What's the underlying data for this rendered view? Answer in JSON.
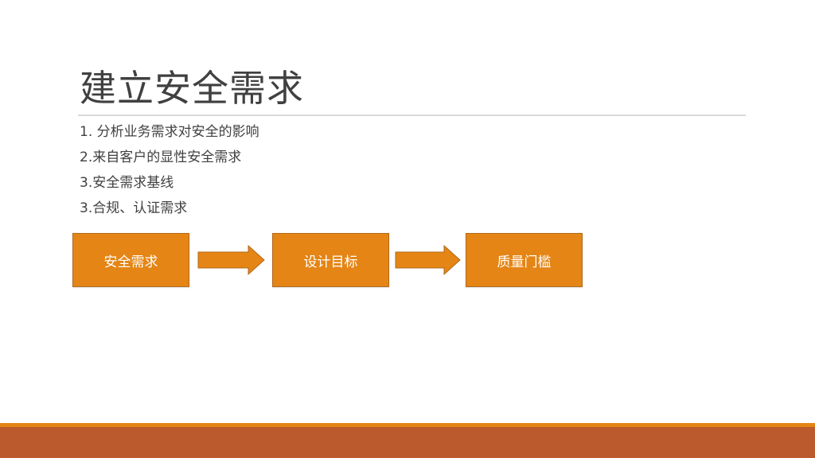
{
  "slide": {
    "title": "建立安全需求",
    "bullets": [
      "1. 分析业务需求对安全的影响",
      "2.来自客户的显性安全需求",
      "3.安全需求基线",
      "3.合规、认证需求"
    ],
    "flow": {
      "steps": [
        {
          "label": "安全需求"
        },
        {
          "label": "设计目标"
        },
        {
          "label": "质量门槛"
        }
      ],
      "connector_icon": "right-arrow-icon"
    },
    "colors": {
      "box_fill": "#e48515",
      "box_border": "#b5691a",
      "accent_stripe": "#e48515",
      "footer_bar": "#bb5a2c",
      "title_text": "#404040",
      "divider": "#d9d9d9"
    }
  }
}
